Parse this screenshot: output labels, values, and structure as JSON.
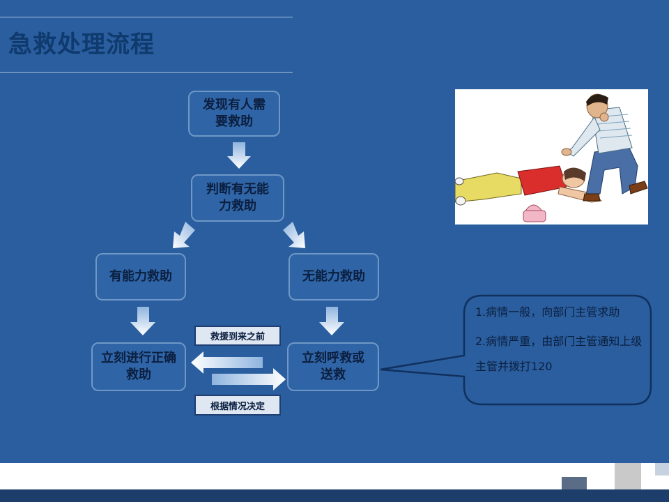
{
  "title": "急救处理流程",
  "flow": {
    "discover": "发现有人需要救助",
    "judge": "判断有无能力救助",
    "able": "有能力救助",
    "unable": "无能力救助",
    "rescue_now": "立刻进行正确救助",
    "call_help": "立刻呼救或送救"
  },
  "labels": {
    "before_arrival": "救援到来之前",
    "decide": "根据情况决定"
  },
  "callout": {
    "line1": "1.病情一般，向部门主管求助",
    "line2": "2.病情严重，由部门主管通知上级主管并拨打120"
  },
  "colors": {
    "background": "#2a5e9e",
    "title": "#0f3a6e",
    "box_border": "#6f98c7",
    "arrow": "#d8e6f7"
  },
  "photo": {
    "icon": "first-aid-illustration-icon"
  }
}
